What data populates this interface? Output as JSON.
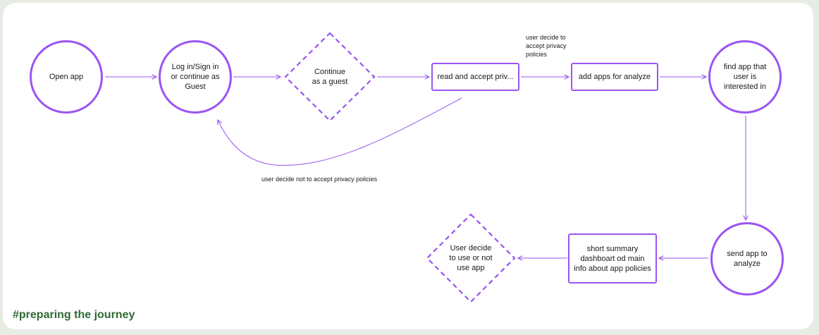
{
  "diagram": {
    "nodes": {
      "open_app": "Open app",
      "login": "Log in/Sign in\nor  continue as\nGuest",
      "guest": "Continue\nas a guest",
      "read_accept": "read and accept priv...",
      "add_apps": "add apps for analyze",
      "find_app": "find app that\nuser is\ninterested in",
      "send_app": "send app to\nanalyze",
      "summary": "short summary\ndashboart od main\ninfo about app policies",
      "decide_use": "User decide\nto use or not\nuse app"
    },
    "edges": {
      "accept_label": "user decide to\naccept privacy\npolicies",
      "decline_label": "user decide not to accept privacy policies"
    },
    "colors": {
      "accent": "#9a55f2",
      "tag": "#2f6b34"
    }
  },
  "footer": {
    "tag": "#preparing the journey"
  }
}
